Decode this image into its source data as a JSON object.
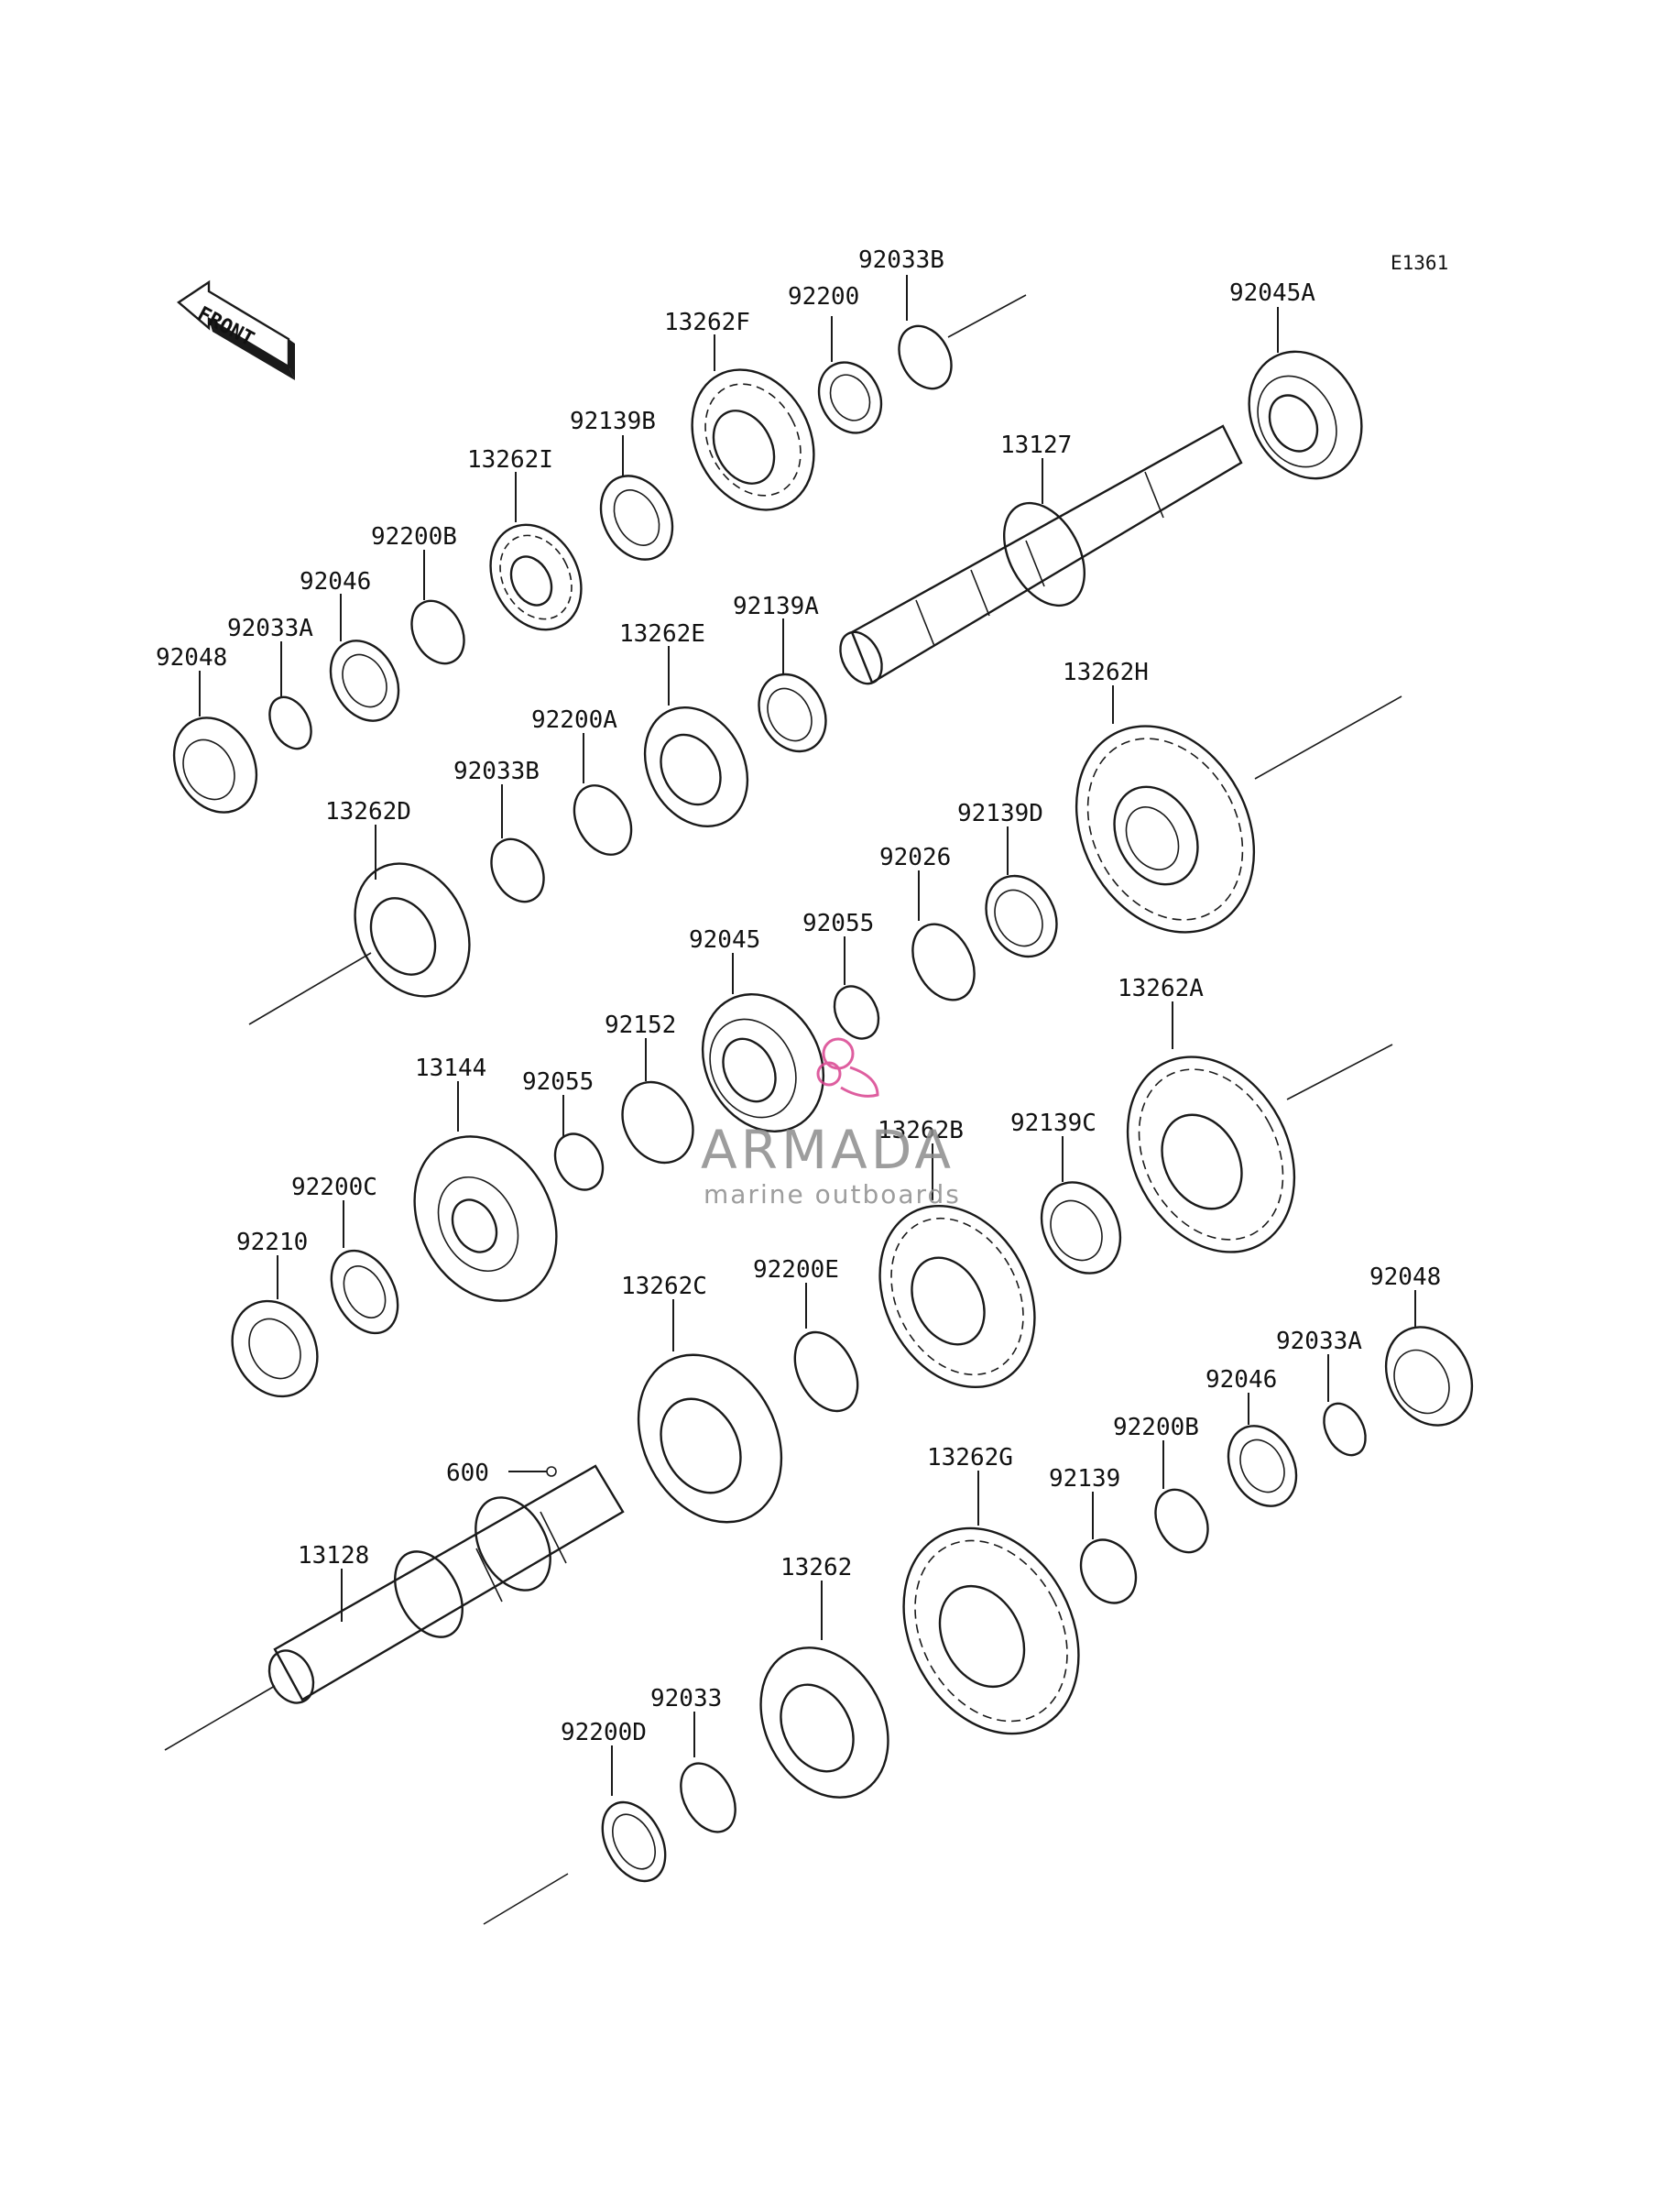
{
  "diagram_code": "E1361",
  "front_label": "FRONT",
  "labels": {
    "l92033B_top": "92033B",
    "l92200": "92200",
    "l13262F": "13262F",
    "l92045A": "92045A",
    "l92139B": "92139B",
    "l13262I": "13262I",
    "l13127": "13127",
    "l92200B_top": "92200B",
    "l92046_top": "92046",
    "l92033A_top": "92033A",
    "l92048_top": "92048",
    "l13262E": "13262E",
    "l92139A": "92139A",
    "l92200A": "92200A",
    "l13262H": "13262H",
    "l92033B_mid": "92033B",
    "l13262D": "13262D",
    "l92139D": "92139D",
    "l92026": "92026",
    "l92055_a": "92055",
    "l92045": "92045",
    "l92152": "92152",
    "l13262A": "13262A",
    "l13144": "13144",
    "l92055_b": "92055",
    "l13262B": "13262B",
    "l92139C": "92139C",
    "l92200C": "92200C",
    "l92210": "92210",
    "l92200E": "92200E",
    "l13262C": "13262C",
    "l92048_bot": "92048",
    "l92033A_bot": "92033A",
    "l92046_bot": "92046",
    "l92200B_bot": "92200B",
    "l600": "600",
    "l13262G": "13262G",
    "l92139": "92139",
    "l13128": "13128",
    "l13262": "13262",
    "l92033": "92033",
    "l92200D": "92200D"
  },
  "watermark": {
    "brand": "ARMADA",
    "tagline": "marine outboards",
    "accent_color": "#d9438f"
  },
  "colors": {
    "line": "#1a1a1a",
    "watermark_text": "#8d8d8d"
  }
}
